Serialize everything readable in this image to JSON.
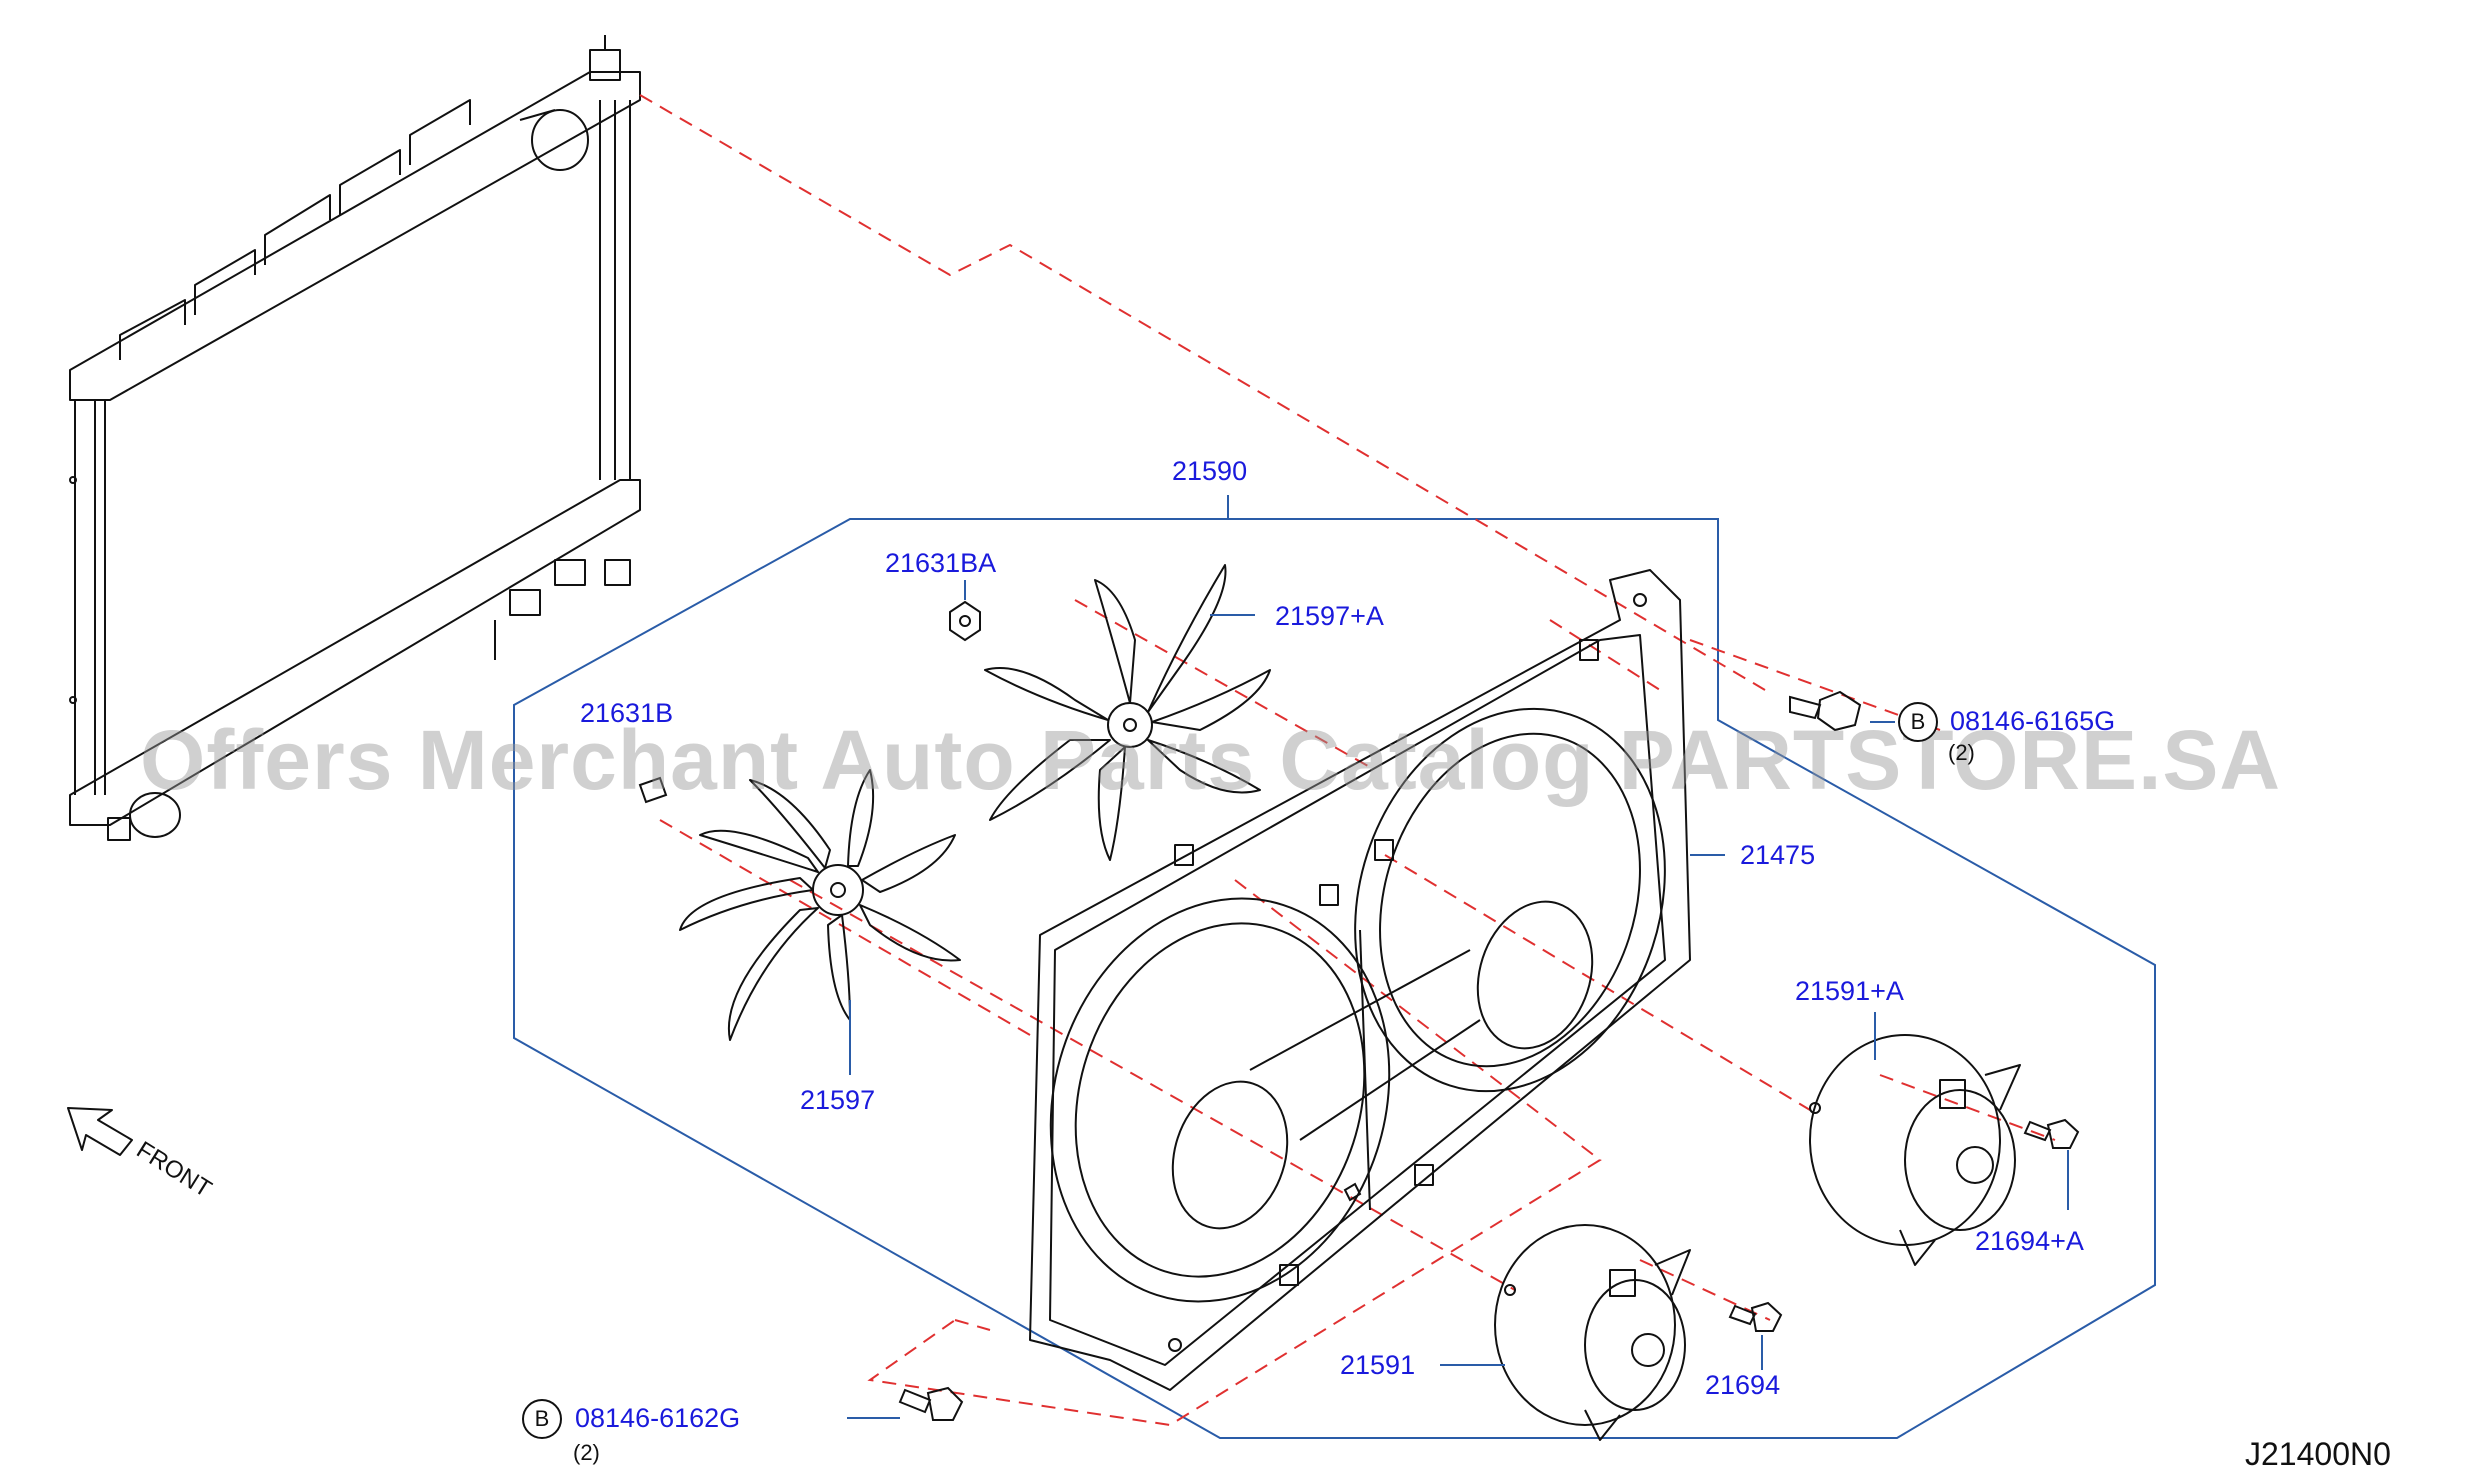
{
  "callouts": {
    "assembly": "21590",
    "bolt_top": "21631BA",
    "fan_upper": "21597+A",
    "bolt_left": "21631B",
    "fan_lower": "21597",
    "shroud": "21475",
    "motor_upper": "21591+A",
    "screw_upper": "21694+A",
    "motor_lower": "21591",
    "screw_lower": "21694",
    "bolt_right_part": "08146-6165G",
    "bolt_right_qty": "(2)",
    "bolt_bottom_part": "08146-6162G",
    "bolt_bottom_qty": "(2)"
  },
  "badges": {
    "right": "B",
    "bottom": "B"
  },
  "front_label": "FRONT",
  "diagram_code": "J21400N0",
  "watermark": "Offers Merchant Auto Parts Catalog PARTSTORE.SA",
  "colors": {
    "callout": "#1a1adc",
    "leader": "#2a5ca8",
    "dashed": "#e03030",
    "line": "#111111"
  },
  "icons": {
    "front_arrow": "arrow-up-left-icon"
  }
}
